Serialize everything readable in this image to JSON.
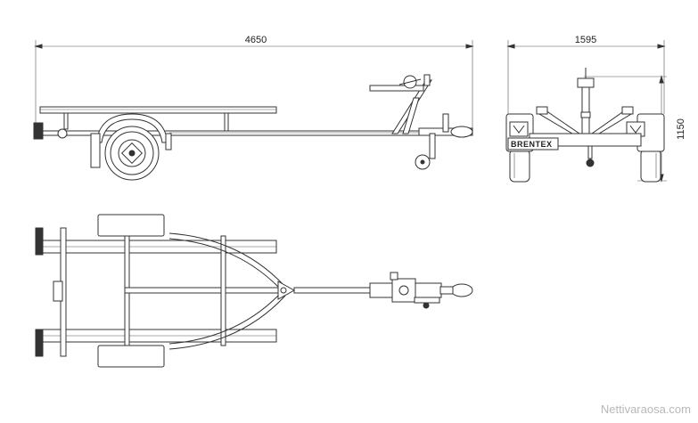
{
  "dimensions": {
    "length": "4650",
    "width": "1595",
    "height": "1150"
  },
  "brand_label": "BRENTEX",
  "watermark": "Nettivaraosa.com"
}
